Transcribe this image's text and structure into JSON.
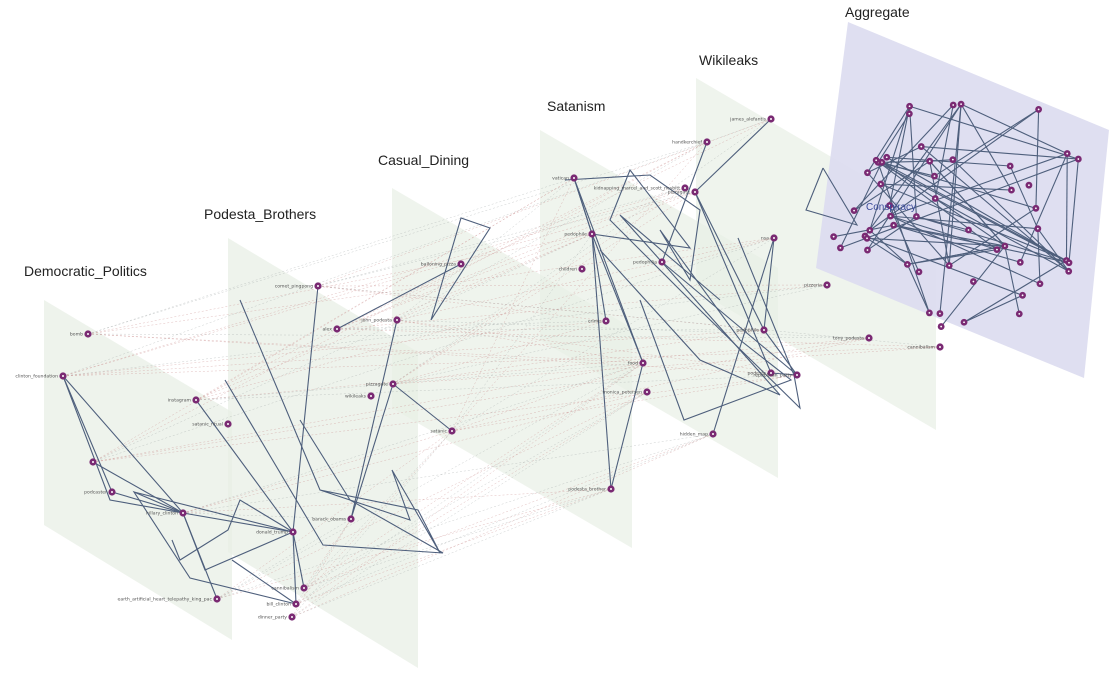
{
  "layers": [
    {
      "id": "dem",
      "title": "Democratic_Politics"
    },
    {
      "id": "pod",
      "title": "Podesta_Brothers"
    },
    {
      "id": "cas",
      "title": "Casual_Dining"
    },
    {
      "id": "sat",
      "title": "Satanism"
    },
    {
      "id": "wik",
      "title": "Wikileaks"
    },
    {
      "id": "agg",
      "title": "Aggregate"
    }
  ],
  "aggregate_label": "Conspiracy",
  "nodes": [
    {
      "id": "d1",
      "layer": "dem",
      "label": "bomb"
    },
    {
      "id": "d2",
      "layer": "dem",
      "label": "clinton_foundation"
    },
    {
      "id": "d3",
      "layer": "dem",
      "label": ""
    },
    {
      "id": "d4",
      "layer": "dem",
      "label": "podcaster"
    },
    {
      "id": "d5",
      "layer": "dem",
      "label": "hillary_clinton"
    },
    {
      "id": "d6",
      "layer": "dem",
      "label": "earth_artificial_heart_telepathy_king_pac"
    },
    {
      "id": "p1",
      "layer": "pod",
      "label": "comet_pingpong"
    },
    {
      "id": "p2",
      "layer": "pod",
      "label": "instagram"
    },
    {
      "id": "p3",
      "layer": "pod",
      "label": "satanic_ritual"
    },
    {
      "id": "p4",
      "layer": "pod",
      "label": "donald_trump"
    },
    {
      "id": "p5",
      "layer": "pod",
      "label": "cannibalism"
    },
    {
      "id": "p6",
      "layer": "pod",
      "label": "bill_clinton"
    },
    {
      "id": "p7",
      "layer": "pod",
      "label": "dinner_party"
    },
    {
      "id": "c1",
      "layer": "cas",
      "label": "alex"
    },
    {
      "id": "c2",
      "layer": "cas",
      "label": "john_podesta"
    },
    {
      "id": "c3",
      "layer": "cas",
      "label": "barack_obama"
    },
    {
      "id": "c4",
      "layer": "cas",
      "label": "pizzagate"
    },
    {
      "id": "c5",
      "layer": "cas",
      "label": "wikileaks"
    },
    {
      "id": "c6",
      "layer": "cas",
      "label": "balloning_pizza"
    },
    {
      "id": "c7",
      "layer": "cas",
      "label": "satanic"
    },
    {
      "id": "s1",
      "layer": "sat",
      "label": "vatican"
    },
    {
      "id": "s2",
      "layer": "sat",
      "label": "kidnapping_marcel_and_scott_nesbitt"
    },
    {
      "id": "s3",
      "layer": "sat",
      "label": "pedophile"
    },
    {
      "id": "s4",
      "layer": "sat",
      "label": "children"
    },
    {
      "id": "s5",
      "layer": "sat",
      "label": "crime"
    },
    {
      "id": "s6",
      "layer": "sat",
      "label": "food"
    },
    {
      "id": "s7",
      "layer": "sat",
      "label": "monica_petersen"
    },
    {
      "id": "s8",
      "layer": "sat",
      "label": "podesta_brother"
    },
    {
      "id": "w1",
      "layer": "wik",
      "label": "james_alefantis"
    },
    {
      "id": "w2",
      "layer": "wik",
      "label": "handkerchief"
    },
    {
      "id": "w3",
      "layer": "wik",
      "label": "pizzagate"
    },
    {
      "id": "w4",
      "layer": "wik",
      "label": "pedophilia"
    },
    {
      "id": "w5",
      "layer": "wik",
      "label": "nsa"
    },
    {
      "id": "w6",
      "layer": "wik",
      "label": "pedophile"
    },
    {
      "id": "w7",
      "layer": "wik",
      "label": "podesta"
    },
    {
      "id": "w8",
      "layer": "wik",
      "label": "republican_party"
    },
    {
      "id": "w9",
      "layer": "wik",
      "label": "hidden_map"
    },
    {
      "id": "w10",
      "layer": "wik",
      "label": "pizzeria"
    },
    {
      "id": "w11",
      "layer": "wik",
      "label": "tony_podesta"
    },
    {
      "id": "w12",
      "layer": "wik",
      "label": "cannibalism"
    }
  ]
}
